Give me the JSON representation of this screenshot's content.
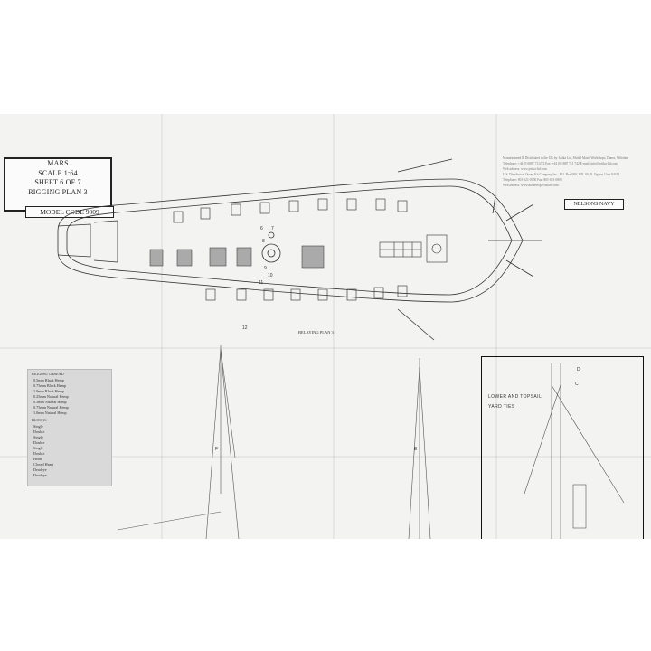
{
  "sheet": {
    "title_lines": [
      "MARS",
      "SCALE 1:64",
      "SHEET 6 OF 7",
      "RIGGING PLAN 3"
    ],
    "model_code": "MODEL CODE 9009",
    "publisher": "NELSONS NAVY",
    "publisher_info": [
      "Manufactured & Distributed in the UK by Jotika Ltd, Model Masts Workshops, Danes, Wiltshire",
      "Telephone: +44 (0)1887 711272  Fax: +44 (0)1887 711 742  E-mail: info@jotika-ltd.com",
      "Web address: www.jotika-ltd.com",
      "U.S. Distributor: Ocean Kit Company Inc., P.O. Box 000, WIL 00, N. Ogden, Utah 84414",
      "Telephone: 801-621-0000   Fax: 801-621-0000",
      "Web address: www.modelexpo-online.com"
    ],
    "plan_label": "BELAYING PLAN 3",
    "rigging_thread_heading": "RIGGING THREAD",
    "rigging_thread": [
      "0.5mm Black Hemp",
      "0.75mm Black Hemp",
      "1.0mm Black Hemp",
      "0.25mm Natural Hemp",
      "0.5mm Natural Hemp",
      "0.75mm Natural Hemp",
      "1.0mm Natural Hemp"
    ],
    "blocks_heading": "BLOCKS",
    "blocks": [
      "Single",
      "Double",
      "Single",
      "Double",
      "Single",
      "Double",
      "Heart",
      "Closed Heart",
      "Deadeye",
      "Deadeye"
    ],
    "lower_yard_label": [
      "LOWER AND TOPSAIL",
      "YARD TIES"
    ],
    "mast_letters": [
      "F",
      "E",
      "D",
      "C"
    ],
    "deck_numbers": [
      "6",
      "7",
      "8",
      "9",
      "10",
      "11",
      "12"
    ]
  },
  "colors": {
    "paper": "#f3f3f2",
    "ink": "#222222",
    "key_panel": "#d9d9d9"
  }
}
